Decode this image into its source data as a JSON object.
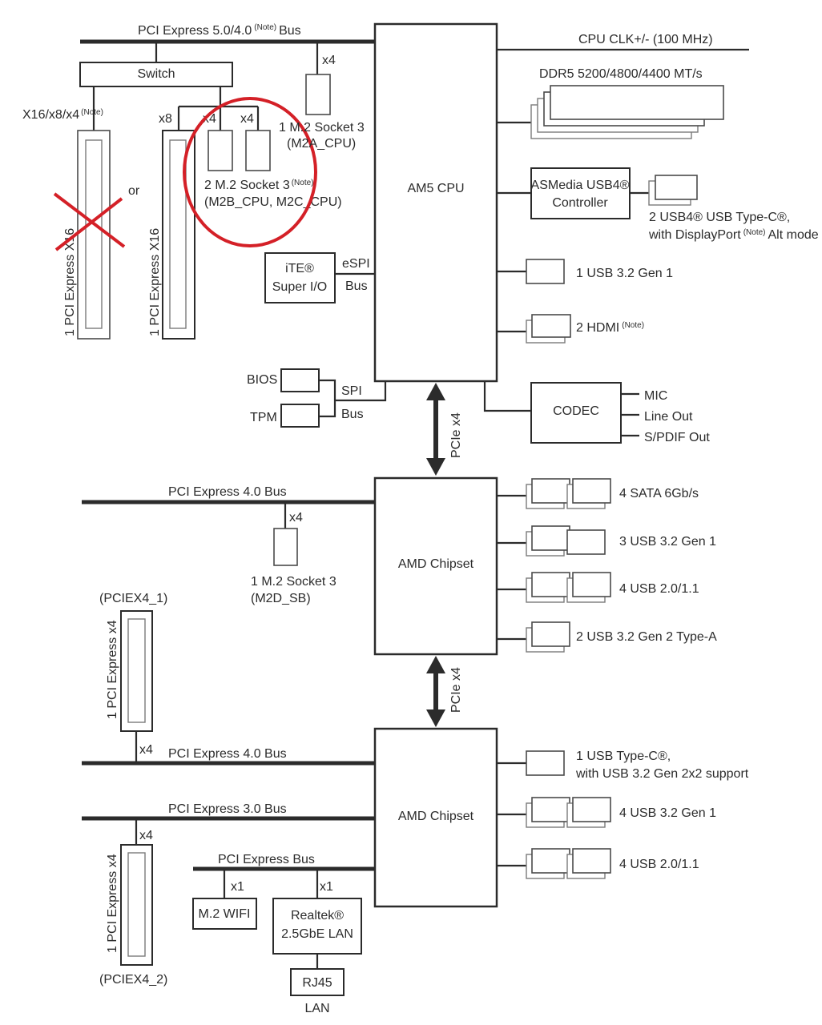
{
  "colors": {
    "line": "#2b2b2b",
    "annotation": "#d42027",
    "background": "#ffffff"
  },
  "cpu": {
    "label": "AM5 CPU",
    "bus_label": "PCI Express 5.0/4.0",
    "bus_label_suffix": "Bus",
    "note": "(Note)",
    "switch_label": "Switch",
    "slot1_width": "X16/x8/x4",
    "slot1_label": "1 PCI Express X16",
    "or_label": "or",
    "slot2_width": "x8",
    "slot2_label": "1 PCI Express X16",
    "m2bc_lane1": "x4",
    "m2bc_lane2": "x4",
    "m2bc_label_line1": "2 M.2 Socket 3",
    "m2bc_label_line2": "(M2B_CPU, M2C_CPU)",
    "m2a_lane": "x4",
    "m2a_label_line1": "1 M.2 Socket 3",
    "m2a_label_line2": "(M2A_CPU)",
    "superio_line1": "iTE®",
    "superio_line2": "Super I/O",
    "espi_line1": "eSPI",
    "espi_line2": "Bus",
    "bios_label": "BIOS",
    "tpm_label": "TPM",
    "spi_line1": "SPI",
    "spi_line2": "Bus",
    "clk_label": "CPU CLK+/- (100 MHz)",
    "ddr_label": "DDR5 5200/4800/4400 MT/s",
    "usb4_ctrl_line1": "ASMedia USB4®",
    "usb4_ctrl_line2": "Controller",
    "usb4_label_line1": "2 USB4® USB Type-C®,",
    "usb4_label_line2_pre": "with DisplayPort",
    "usb4_label_line2_post": "Alt mode",
    "usb32_label": "1 USB 3.2 Gen 1",
    "hdmi_label": "2 HDMI",
    "codec_label": "CODEC",
    "audio_outputs": [
      "MIC",
      "Line Out",
      "S/PDIF Out"
    ]
  },
  "links": {
    "cpu_chipset1": "PCIe x4",
    "chipset1_chipset2": "PCIe x4"
  },
  "chipset1": {
    "label": "AMD Chipset",
    "bus_label": "PCI Express 4.0 Bus",
    "m2d_lane": "x4",
    "m2d_label_line1": "1 M.2 Socket 3",
    "m2d_label_line2": "(M2D_SB)",
    "outputs": [
      "4 SATA 6Gb/s",
      "3 USB 3.2 Gen 1",
      "4 USB 2.0/1.1",
      "2 USB 3.2 Gen 2 Type-A"
    ]
  },
  "chipset2": {
    "label": "AMD Chipset",
    "bus40_label": "PCI Express 4.0 Bus",
    "pciex4_1_name": "(PCIEX4_1)",
    "pciex4_1_label": "1 PCI Express x4",
    "pciex4_1_lane": "x4",
    "bus30_label": "PCI Express 3.0 Bus",
    "pciex4_2_name": "(PCIEX4_2)",
    "pciex4_2_label": "1 PCI Express x4",
    "pciex4_2_lane": "x4",
    "pcie_bus_label": "PCI Express Bus",
    "wifi_lane": "x1",
    "wifi_label": "M.2 WIFI",
    "lan_lane": "x1",
    "lan_ctrl_line1": "Realtek®",
    "lan_ctrl_line2": "2.5GbE LAN",
    "rj45_label": "RJ45",
    "lan_label": "LAN",
    "typec_line1": "1 USB Type-C®,",
    "typec_line2": "with USB 3.2 Gen 2x2 support",
    "outputs": [
      "4 USB 3.2 Gen 1",
      "4 USB 2.0/1.1"
    ]
  },
  "annotations": {
    "crossed_out": "1 PCI Express X16 (X16/x8/x4) slot",
    "circled": "2 M.2 Socket 3 (M2B_CPU, M2C_CPU)"
  }
}
